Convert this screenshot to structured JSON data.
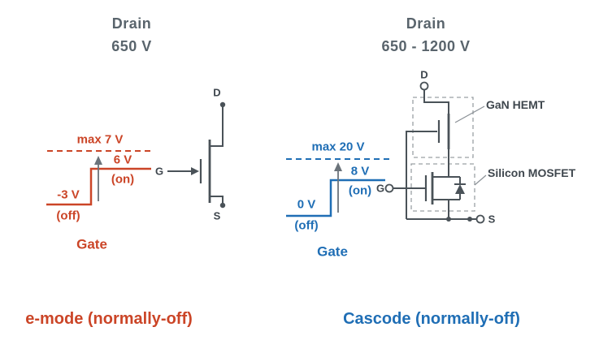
{
  "colors": {
    "gray_text": "#59646c",
    "circuit_stroke": "#4a5258",
    "red_accent": "#cb4527",
    "blue_accent": "#1f6eb5",
    "box_dash": "#9aa0a5"
  },
  "left": {
    "title1": "Drain",
    "title2": "650 V",
    "wave": {
      "max": "max 7 V",
      "on_v": "6 V",
      "on_s": "(on)",
      "off_v": "-3 V",
      "off_s": "(off)",
      "axis": "Gate"
    },
    "sym": {
      "d": "D",
      "g": "G",
      "s": "S"
    },
    "caption": "e-mode (normally-off)"
  },
  "right": {
    "title1": "Drain",
    "title2": "650 - 1200 V",
    "wave": {
      "max": "max 20 V",
      "on_v": "8 V",
      "on_s": "(on)",
      "off_v": "0 V",
      "off_s": "(off)",
      "axis": "Gate"
    },
    "sym": {
      "d": "D",
      "g": "G",
      "s": "S"
    },
    "annot": {
      "gan": "GaN HEMT",
      "mosfet": "Silicon MOSFET"
    },
    "caption": "Cascode (normally-off)"
  }
}
